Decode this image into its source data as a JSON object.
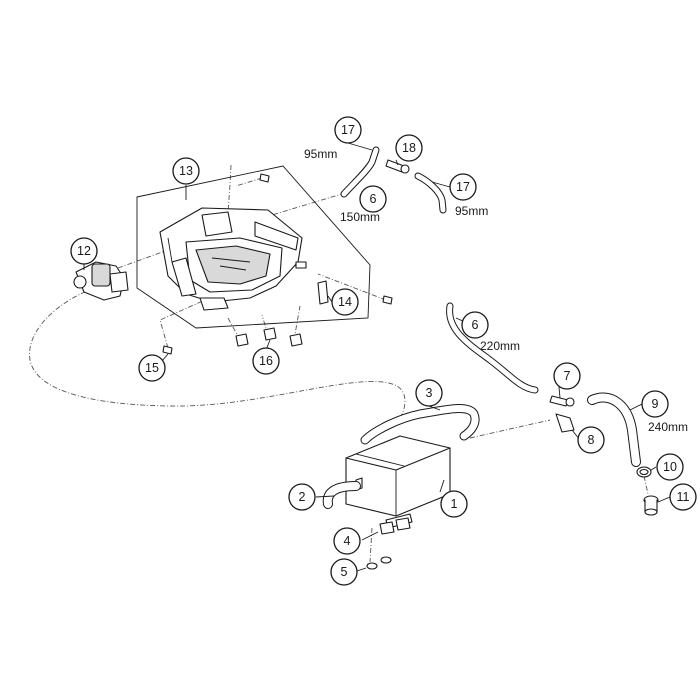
{
  "callouts": [
    {
      "id": "1",
      "label": "1"
    },
    {
      "id": "2",
      "label": "2"
    },
    {
      "id": "3",
      "label": "3"
    },
    {
      "id": "4",
      "label": "4"
    },
    {
      "id": "5",
      "label": "5"
    },
    {
      "id": "6a",
      "label": "6",
      "dimension": "150mm"
    },
    {
      "id": "6b",
      "label": "6",
      "dimension": "220mm"
    },
    {
      "id": "7",
      "label": "7"
    },
    {
      "id": "8",
      "label": "8"
    },
    {
      "id": "9",
      "label": "9",
      "dimension": "240mm"
    },
    {
      "id": "10",
      "label": "10"
    },
    {
      "id": "11",
      "label": "11"
    },
    {
      "id": "12",
      "label": "12"
    },
    {
      "id": "13",
      "label": "13"
    },
    {
      "id": "14",
      "label": "14"
    },
    {
      "id": "15",
      "label": "15"
    },
    {
      "id": "16",
      "label": "16"
    },
    {
      "id": "17a",
      "label": "17",
      "dimension": "95mm"
    },
    {
      "id": "17b",
      "label": "17",
      "dimension": "95mm"
    },
    {
      "id": "18",
      "label": "18"
    }
  ]
}
